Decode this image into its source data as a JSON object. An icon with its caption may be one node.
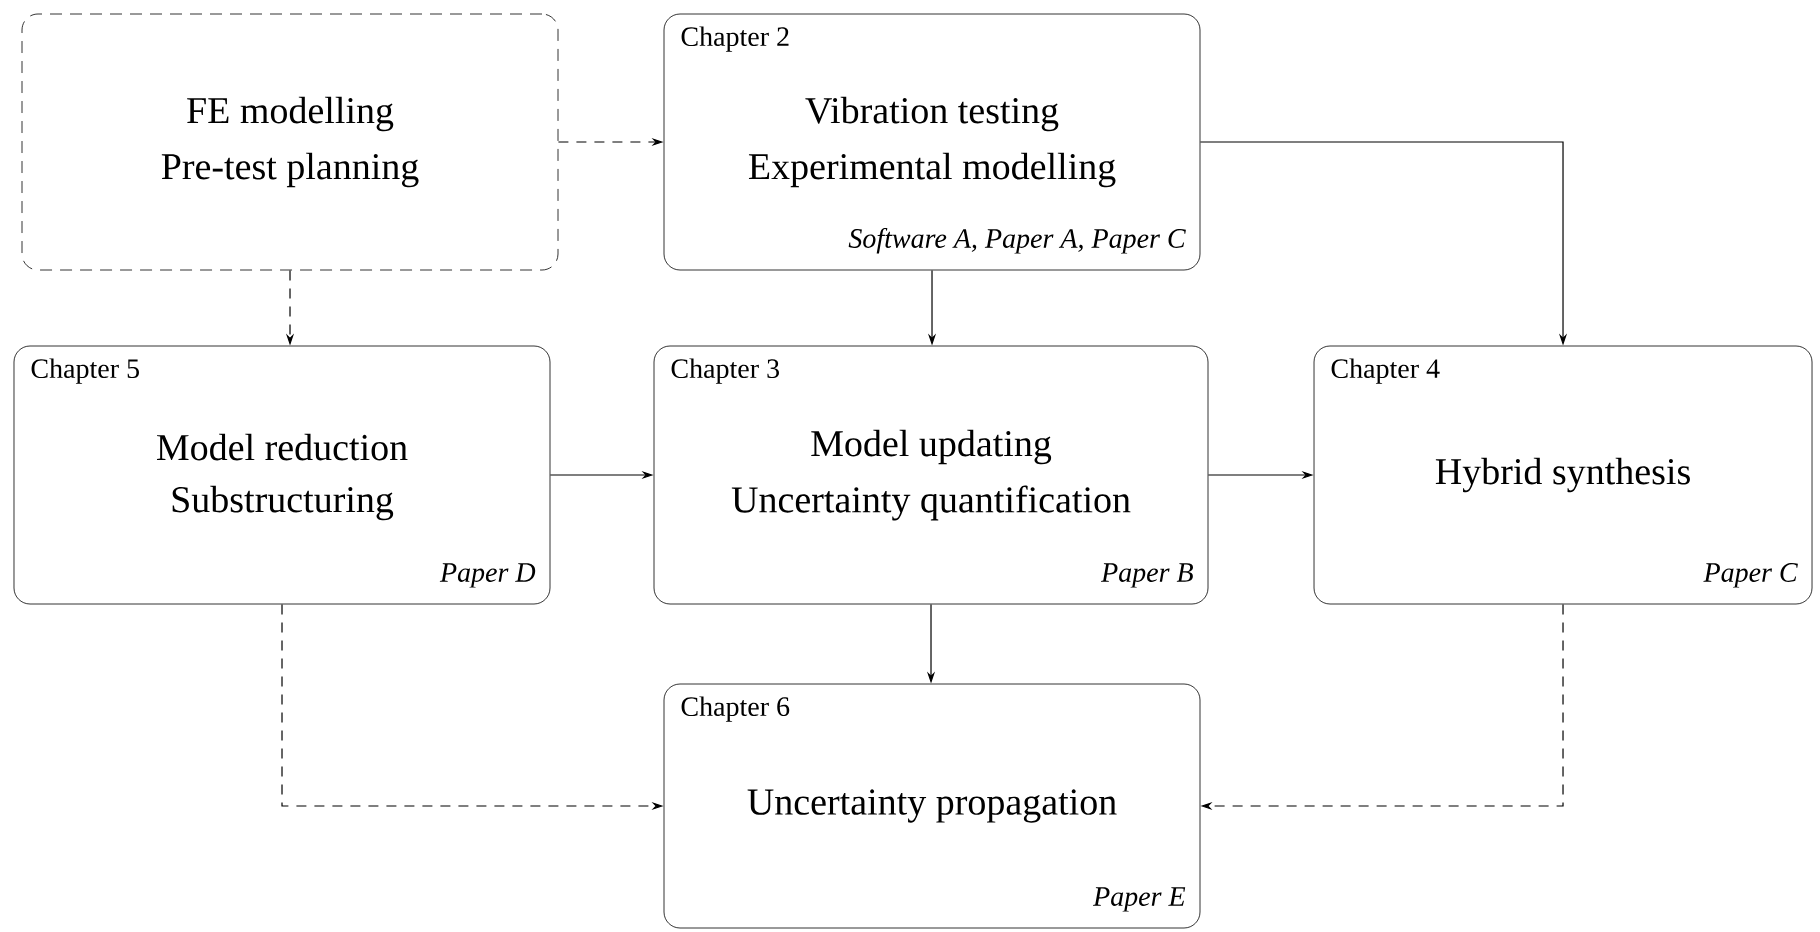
{
  "diagram": {
    "nodes": [
      {
        "text": [
          "FE modelling",
          "Pre-test planning"
        ]
      },
      {
        "text": [
          "Chapter 2",
          "Vibration testing",
          "Experimental modelling",
          "Software A, Paper A, Paper C"
        ]
      },
      {
        "text": [
          "Chapter 5",
          "Model reduction",
          "Substructuring",
          "Paper D"
        ]
      },
      {
        "text": [
          "Chapter 3",
          "Model updating",
          "Uncertainty quantification",
          "Paper B"
        ]
      },
      {
        "text": [
          "Chapter 4",
          "Hybrid synthesis",
          "Paper C"
        ]
      },
      {
        "text": [
          "Chapter 6",
          "Uncertainty propagation",
          "Paper E"
        ]
      }
    ],
    "edges": [
      {
        "from": 0,
        "to": 1,
        "arrow": "to",
        "style": "dashed"
      },
      {
        "from": 0,
        "to": 2,
        "arrow": "to",
        "style": "dashed"
      },
      {
        "from": 1,
        "to": 3,
        "arrow": "to"
      },
      {
        "from": 1,
        "to": 4,
        "arrow": "to"
      },
      {
        "from": 2,
        "to": 3,
        "arrow": "to"
      },
      {
        "from": 3,
        "to": 4,
        "arrow": "to"
      },
      {
        "from": 3,
        "to": 5,
        "arrow": "to"
      },
      {
        "from": 2,
        "to": 5,
        "arrow": "to",
        "style": "dashed"
      },
      {
        "from": 4,
        "to": 5,
        "arrow": "to",
        "style": "dashed"
      }
    ]
  }
}
